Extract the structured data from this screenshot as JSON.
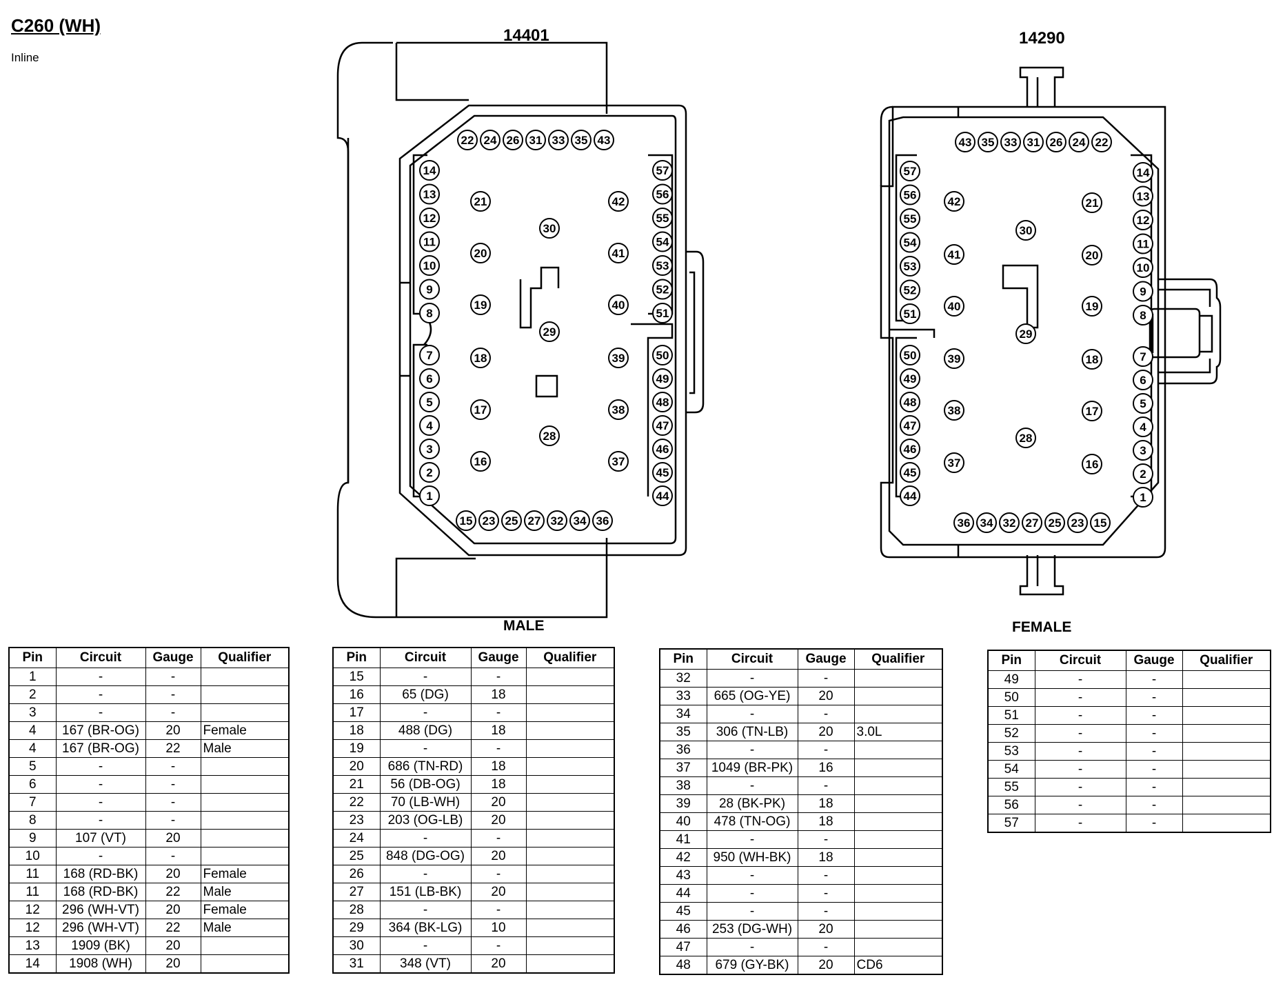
{
  "header": {
    "title": "C260 (WH)",
    "subtitle": "Inline"
  },
  "connectors": {
    "left": {
      "part": "14401",
      "gender": "MALE"
    },
    "right": {
      "part": "14290",
      "gender": "FEMALE"
    }
  },
  "table_headers": [
    "Pin",
    "Circuit",
    "Gauge",
    "Qualifier"
  ],
  "tables": [
    [
      [
        "1",
        "-",
        "-",
        ""
      ],
      [
        "2",
        "-",
        "-",
        ""
      ],
      [
        "3",
        "-",
        "-",
        ""
      ],
      [
        "4",
        "167 (BR-OG)",
        "20",
        "Female"
      ],
      [
        "4",
        "167 (BR-OG)",
        "22",
        "Male"
      ],
      [
        "5",
        "-",
        "-",
        ""
      ],
      [
        "6",
        "-",
        "-",
        ""
      ],
      [
        "7",
        "-",
        "-",
        ""
      ],
      [
        "8",
        "-",
        "-",
        ""
      ],
      [
        "9",
        "107 (VT)",
        "20",
        ""
      ],
      [
        "10",
        "-",
        "-",
        ""
      ],
      [
        "11",
        "168 (RD-BK)",
        "20",
        "Female"
      ],
      [
        "11",
        "168 (RD-BK)",
        "22",
        "Male"
      ],
      [
        "12",
        "296 (WH-VT)",
        "20",
        "Female"
      ],
      [
        "12",
        "296 (WH-VT)",
        "22",
        "Male"
      ],
      [
        "13",
        "1909 (BK)",
        "20",
        ""
      ],
      [
        "14",
        "1908 (WH)",
        "20",
        ""
      ]
    ],
    [
      [
        "15",
        "-",
        "-",
        ""
      ],
      [
        "16",
        "65 (DG)",
        "18",
        ""
      ],
      [
        "17",
        "-",
        "-",
        ""
      ],
      [
        "18",
        "488 (DG)",
        "18",
        ""
      ],
      [
        "19",
        "-",
        "-",
        ""
      ],
      [
        "20",
        "686 (TN-RD)",
        "18",
        ""
      ],
      [
        "21",
        "56 (DB-OG)",
        "18",
        ""
      ],
      [
        "22",
        "70 (LB-WH)",
        "20",
        ""
      ],
      [
        "23",
        "203 (OG-LB)",
        "20",
        ""
      ],
      [
        "24",
        "-",
        "-",
        ""
      ],
      [
        "25",
        "848 (DG-OG)",
        "20",
        ""
      ],
      [
        "26",
        "-",
        "-",
        ""
      ],
      [
        "27",
        "151 (LB-BK)",
        "20",
        ""
      ],
      [
        "28",
        "-",
        "-",
        ""
      ],
      [
        "29",
        "364 (BK-LG)",
        "10",
        ""
      ],
      [
        "30",
        "-",
        "-",
        ""
      ],
      [
        "31",
        "348 (VT)",
        "20",
        ""
      ]
    ],
    [
      [
        "32",
        "-",
        "-",
        ""
      ],
      [
        "33",
        "665 (OG-YE)",
        "20",
        ""
      ],
      [
        "34",
        "-",
        "-",
        ""
      ],
      [
        "35",
        "306 (TN-LB)",
        "20",
        "3.0L"
      ],
      [
        "36",
        "-",
        "-",
        ""
      ],
      [
        "37",
        "1049 (BR-PK)",
        "16",
        ""
      ],
      [
        "38",
        "-",
        "-",
        ""
      ],
      [
        "39",
        "28 (BK-PK)",
        "18",
        ""
      ],
      [
        "40",
        "478 (TN-OG)",
        "18",
        ""
      ],
      [
        "41",
        "-",
        "-",
        ""
      ],
      [
        "42",
        "950 (WH-BK)",
        "18",
        ""
      ],
      [
        "43",
        "-",
        "-",
        ""
      ],
      [
        "44",
        "-",
        "-",
        ""
      ],
      [
        "45",
        "-",
        "-",
        ""
      ],
      [
        "46",
        "253 (DG-WH)",
        "20",
        ""
      ],
      [
        "47",
        "-",
        "-",
        ""
      ],
      [
        "48",
        "679 (GY-BK)",
        "20",
        "CD6"
      ]
    ],
    [
      [
        "49",
        "-",
        "-",
        ""
      ],
      [
        "50",
        "-",
        "-",
        ""
      ],
      [
        "51",
        "-",
        "-",
        ""
      ],
      [
        "52",
        "-",
        "-",
        ""
      ],
      [
        "53",
        "-",
        "-",
        ""
      ],
      [
        "54",
        "-",
        "-",
        ""
      ],
      [
        "55",
        "-",
        "-",
        ""
      ],
      [
        "56",
        "-",
        "-",
        ""
      ],
      [
        "57",
        "-",
        "-",
        ""
      ]
    ]
  ]
}
